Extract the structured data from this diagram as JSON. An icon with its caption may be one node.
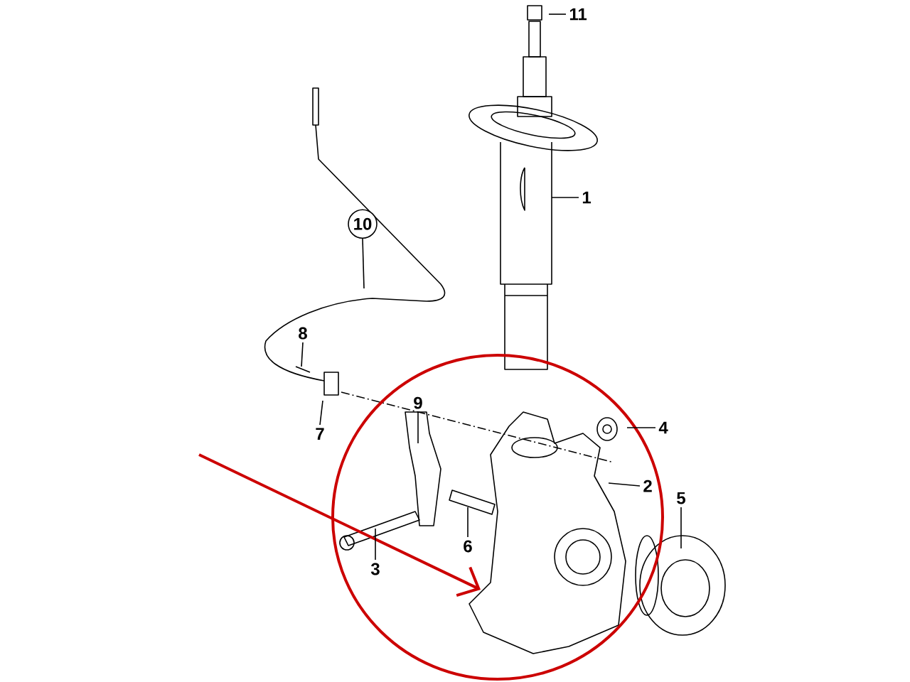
{
  "diagram": {
    "nodes": [
      {
        "text": [
          "11"
        ]
      },
      {
        "text": [
          "1"
        ]
      },
      {
        "text": [
          "10"
        ]
      },
      {
        "text": [
          "8"
        ]
      },
      {
        "text": [
          "9"
        ]
      },
      {
        "text": [
          "7"
        ]
      },
      {
        "text": [
          "4"
        ]
      },
      {
        "text": [
          "2"
        ]
      },
      {
        "text": [
          "5"
        ]
      },
      {
        "text": [
          "6"
        ]
      },
      {
        "text": [
          "3"
        ]
      }
    ],
    "edges": [
      {
        "from": 0,
        "to": null,
        "arrow": "none"
      },
      {
        "from": 1,
        "to": null,
        "arrow": "none"
      },
      {
        "from": 2,
        "to": null,
        "arrow": "none"
      },
      {
        "from": 3,
        "to": null,
        "arrow": "none"
      },
      {
        "from": 4,
        "to": null,
        "arrow": "none"
      },
      {
        "from": 5,
        "to": null,
        "arrow": "none"
      },
      {
        "from": 6,
        "to": null,
        "arrow": "none"
      },
      {
        "from": 7,
        "to": null,
        "arrow": "none"
      },
      {
        "from": 8,
        "to": null,
        "arrow": "none"
      },
      {
        "from": 9,
        "to": null,
        "arrow": "none"
      },
      {
        "from": 10,
        "to": null,
        "arrow": "none"
      }
    ]
  }
}
